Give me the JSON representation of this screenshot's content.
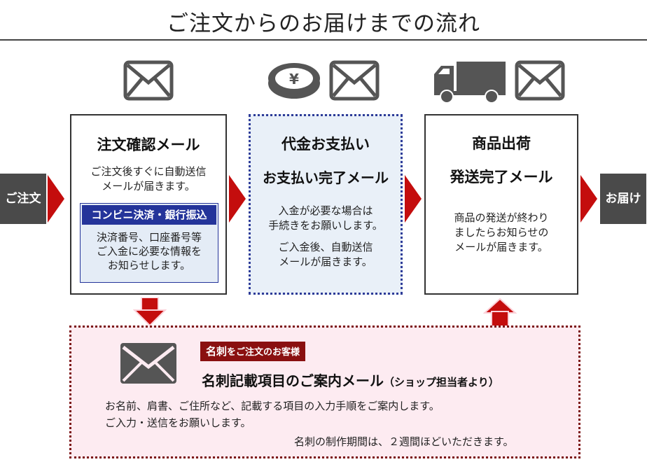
{
  "title": "ご注文からのお届けまでの流れ",
  "side_left": "ご注文",
  "side_right": "お届け",
  "icons": [
    "mail-icon",
    "yen-coin-icon",
    "mail-icon",
    "truck-icon",
    "mail-icon",
    "mail-icon"
  ],
  "box1": {
    "title": "注文確認メール",
    "text1": "ご注文後すぐに自動送信",
    "text2": "メールが届きます。",
    "sub_header": "コンビニ決済・銀行振込",
    "sub_text1": "決済番号、口座番号等",
    "sub_text2": "ご入金に必要な情報を",
    "sub_text3": "お知らせします。"
  },
  "box2": {
    "title1": "代金お支払い",
    "title2": "お支払い完了メール",
    "text1": "入金が必要な場合は",
    "text2": "手続きをお願いします。",
    "text3": "ご入金後、自動送信",
    "text4": "メールが届きます。"
  },
  "box3": {
    "title1": "商品出荷",
    "title2": "発送完了メール",
    "text1": "商品の発送が終わり",
    "text2": "ましたらお知らせの",
    "text3": "メールが届きます。"
  },
  "meishi": {
    "tag_main": "名刺",
    "tag_rest": "をご注文のお客様",
    "title": "名刺記載項目のご案内メール",
    "title_note": "（ショップ担当者より）",
    "line1": "お名前、肩書、ご住所など、記載する項目の入力手順をご案内します。",
    "line2": "ご入力・送信をお願いします。",
    "line3": "名刺の制作期間は、２週間ほどいただきます。"
  },
  "colors": {
    "arrow_red": "#c40d0d",
    "navy": "#24349a",
    "maroon": "#8a1010",
    "pink_bg": "#fdebf1",
    "light_blue_bg": "#e9f0f8",
    "dark_gray": "#4a4a4a"
  }
}
